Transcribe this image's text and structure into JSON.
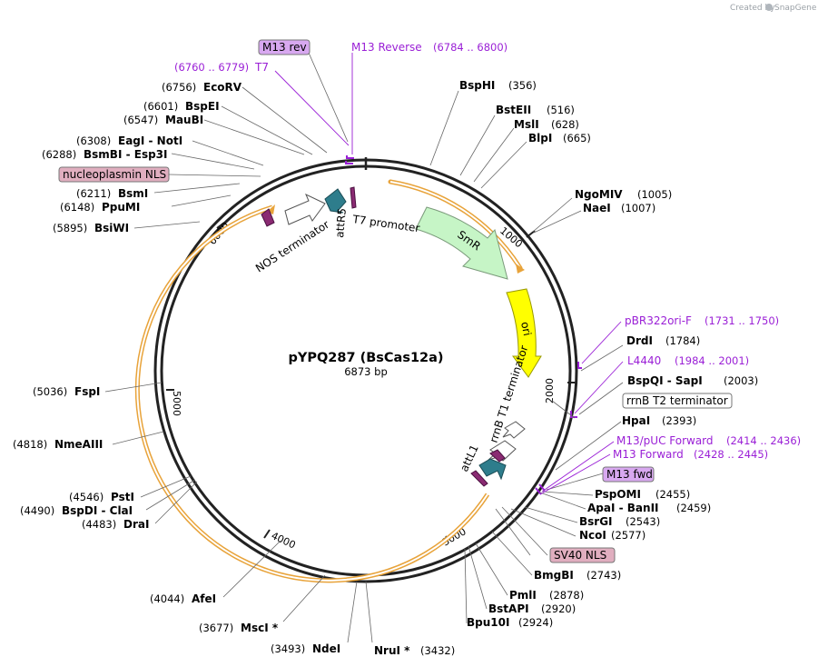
{
  "header": {
    "credit": "Created by",
    "brand": "SnapGene"
  },
  "plasmid": {
    "name": "pYPQ287 (BsCas12a)",
    "length": "6873 bp"
  },
  "ticks": [
    "1000",
    "2000",
    "3000",
    "4000",
    "5000",
    "6000"
  ],
  "enzymes": [
    {
      "name": "BspHI",
      "pos": "(356)"
    },
    {
      "name": "BstEII",
      "pos": "(516)"
    },
    {
      "name": "MslI",
      "pos": "(628)"
    },
    {
      "name": "BlpI",
      "pos": "(665)"
    },
    {
      "name": "NgoMIV",
      "pos": "(1005)"
    },
    {
      "name": "NaeI",
      "pos": "(1007)"
    },
    {
      "name": "DrdI",
      "pos": "(1784)"
    },
    {
      "name": "BspQI - SapI",
      "pos": "(2003)"
    },
    {
      "name": "HpaI",
      "pos": "(2393)"
    },
    {
      "name": "PspOMI",
      "pos": "(2455)"
    },
    {
      "name": "ApaI - BanII",
      "pos": "(2459)"
    },
    {
      "name": "BsrGI",
      "pos": "(2543)"
    },
    {
      "name": "NcoI",
      "pos": "(2577)"
    },
    {
      "name": "BmgBI",
      "pos": "(2743)"
    },
    {
      "name": "PmlI",
      "pos": "(2878)"
    },
    {
      "name": "BstAPI",
      "pos": "(2920)"
    },
    {
      "name": "Bpu10I",
      "pos": "(2924)"
    },
    {
      "name": "NruI *",
      "pos": "(3432)"
    },
    {
      "name": "NdeI",
      "pos": "(3493)"
    },
    {
      "name": "MscI *",
      "pos": "(3677)"
    },
    {
      "name": "AfeI",
      "pos": "(4044)"
    },
    {
      "name": "DraI",
      "pos": "(4483)"
    },
    {
      "name": "BspDI - ClaI",
      "pos": "(4490)"
    },
    {
      "name": "PstI",
      "pos": "(4546)"
    },
    {
      "name": "NmeAIII",
      "pos": "(4818)"
    },
    {
      "name": "FspI",
      "pos": "(5036)"
    },
    {
      "name": "BsiWI",
      "pos": "(5895)"
    },
    {
      "name": "PpuMI",
      "pos": "(6148)"
    },
    {
      "name": "BsmI",
      "pos": "(6211)"
    },
    {
      "name": "BsmBI - Esp3I",
      "pos": "(6288)"
    },
    {
      "name": "EagI - NotI",
      "pos": "(6308)"
    },
    {
      "name": "MauBI",
      "pos": "(6547)"
    },
    {
      "name": "BspEI",
      "pos": "(6601)"
    },
    {
      "name": "EcoRV",
      "pos": "(6756)"
    }
  ],
  "primers": [
    {
      "name": "M13 Reverse",
      "pos": "(6784 .. 6800)"
    },
    {
      "name": "T7",
      "pos": "(6760 .. 6779)"
    },
    {
      "name": "pBR322ori-F",
      "pos": "(1731 .. 1750)"
    },
    {
      "name": "L4440",
      "pos": "(1984 .. 2001)"
    },
    {
      "name": "M13/pUC Forward",
      "pos": "(2414 .. 2436)"
    },
    {
      "name": "M13 Forward",
      "pos": "(2428 .. 2445)"
    }
  ],
  "boxed": {
    "m13rev": "M13 rev",
    "nls": "nucleoplasmin NLS",
    "rrnbt2": "rrnB T2 terminator",
    "m13fwd": "M13 fwd",
    "sv40": "SV40 NLS"
  },
  "features": {
    "t7promoter": "T7 promoter",
    "smr": "SmR",
    "ori": "ori",
    "rrnbt1": "rrnB T1 terminator",
    "attl1": "attL1",
    "attr5": "attR5",
    "nos": "NOS terminator"
  },
  "colors": {
    "smr": "#c6f5c6",
    "ori": "#ffff00",
    "orf": "#e8a33a",
    "att": "#2e7d8c",
    "primer": "#9a1fd6",
    "nls": "#e0aebf",
    "m13box": "#d8a8f0"
  }
}
